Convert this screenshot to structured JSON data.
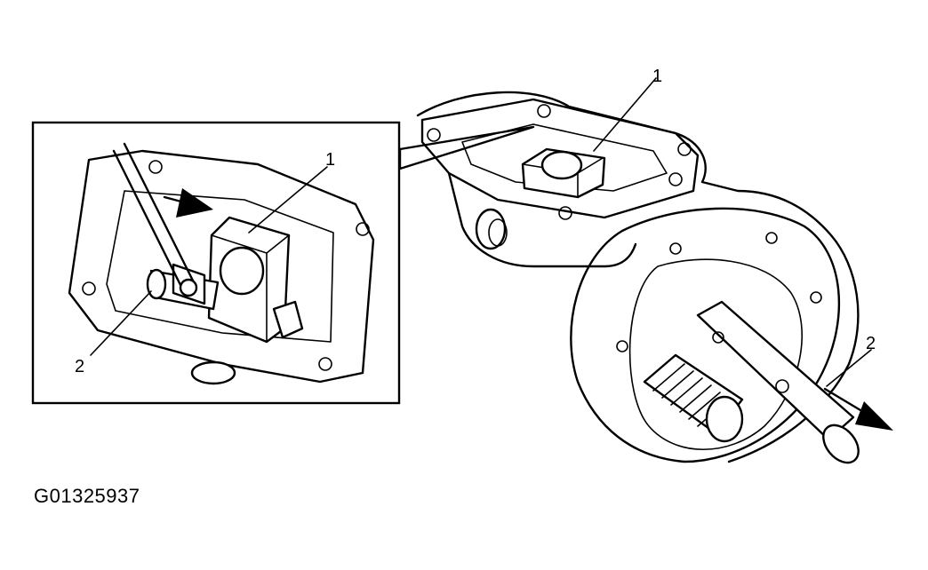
{
  "figure_id": "G01325937",
  "inset": {
    "callout_1": "1",
    "callout_2": "2"
  },
  "main": {
    "callout_1": "1",
    "callout_2": "2"
  },
  "colors": {
    "line": "#000000",
    "background": "#ffffff"
  }
}
